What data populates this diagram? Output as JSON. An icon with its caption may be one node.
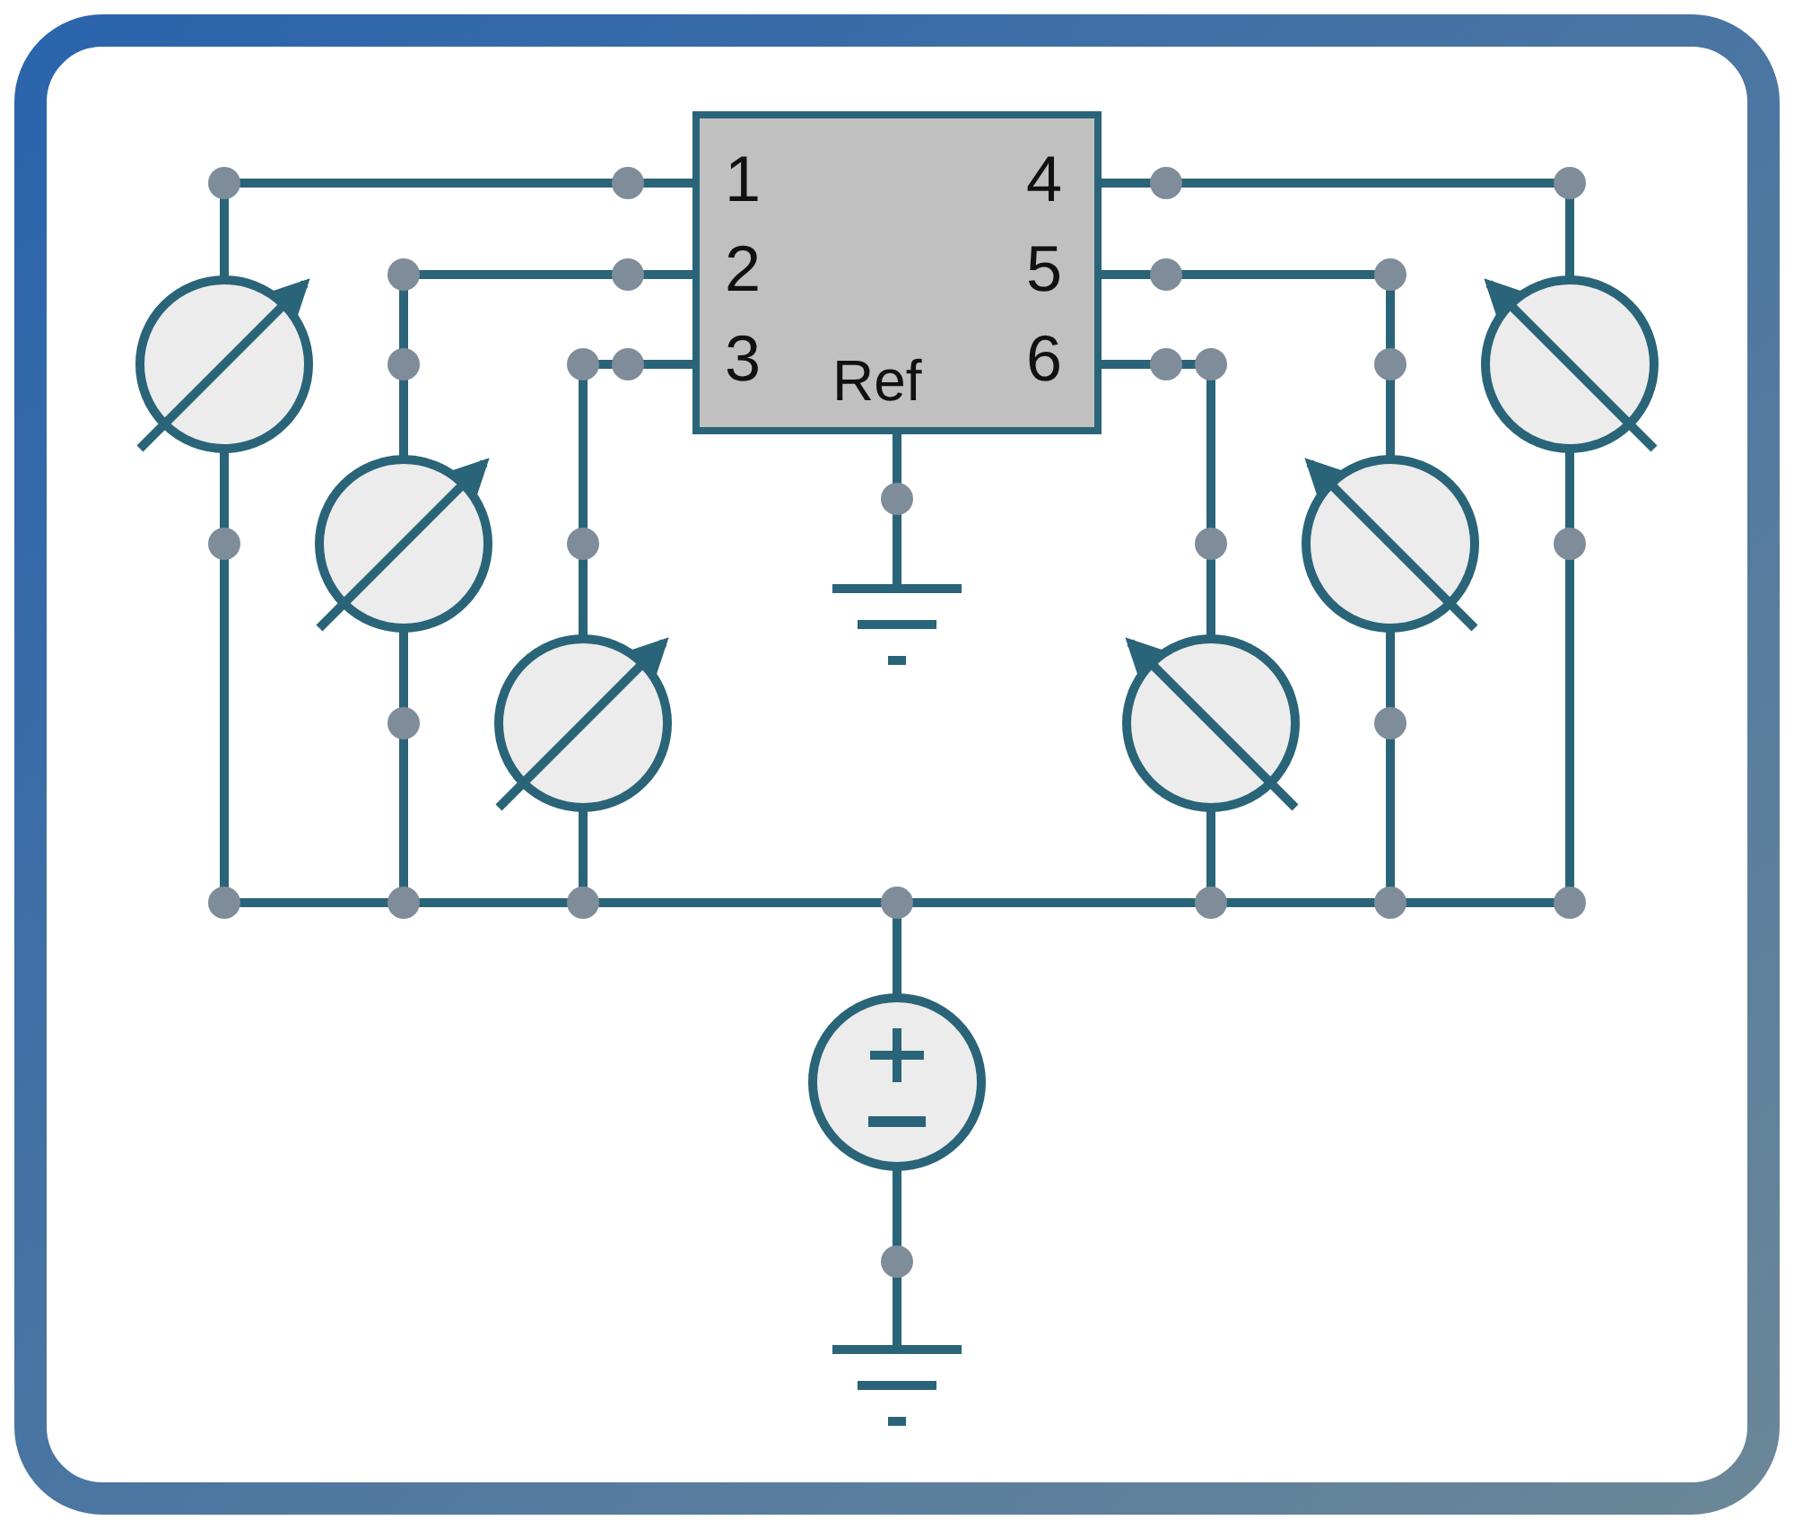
{
  "diagram": {
    "nodes": [
      {
        "text": [
          "1",
          "2",
          "3",
          "4",
          "5",
          "6",
          "Ref"
        ]
      },
      {
        "text": [],
        "shape": "circle"
      },
      {
        "text": [],
        "shape": "circle"
      },
      {
        "text": [],
        "shape": "circle"
      },
      {
        "text": [],
        "shape": "circle"
      },
      {
        "text": [],
        "shape": "circle"
      },
      {
        "text": [],
        "shape": "circle"
      },
      {
        "text": [],
        "shape": "ground"
      },
      {
        "text": [],
        "shape": "circle"
      },
      {
        "text": [],
        "shape": "ground"
      }
    ],
    "edges": [
      {
        "from": 0,
        "to": 1,
        "arrow": "none"
      },
      {
        "from": 0,
        "to": 2,
        "arrow": "none"
      },
      {
        "from": 0,
        "to": 3,
        "arrow": "none"
      },
      {
        "from": 0,
        "to": 4,
        "arrow": "none"
      },
      {
        "from": 0,
        "to": 5,
        "arrow": "none"
      },
      {
        "from": 0,
        "to": 6,
        "arrow": "none"
      },
      {
        "from": 1,
        "to": 8,
        "arrow": "none"
      },
      {
        "from": 2,
        "to": 8,
        "arrow": "none"
      },
      {
        "from": 3,
        "to": 8,
        "arrow": "none"
      },
      {
        "from": 4,
        "to": 8,
        "arrow": "none"
      },
      {
        "from": 5,
        "to": 8,
        "arrow": "none"
      },
      {
        "from": 6,
        "to": 8,
        "arrow": "none"
      },
      {
        "from": 0,
        "to": 7,
        "arrow": "none"
      },
      {
        "from": 8,
        "to": 9,
        "arrow": "none"
      }
    ]
  }
}
